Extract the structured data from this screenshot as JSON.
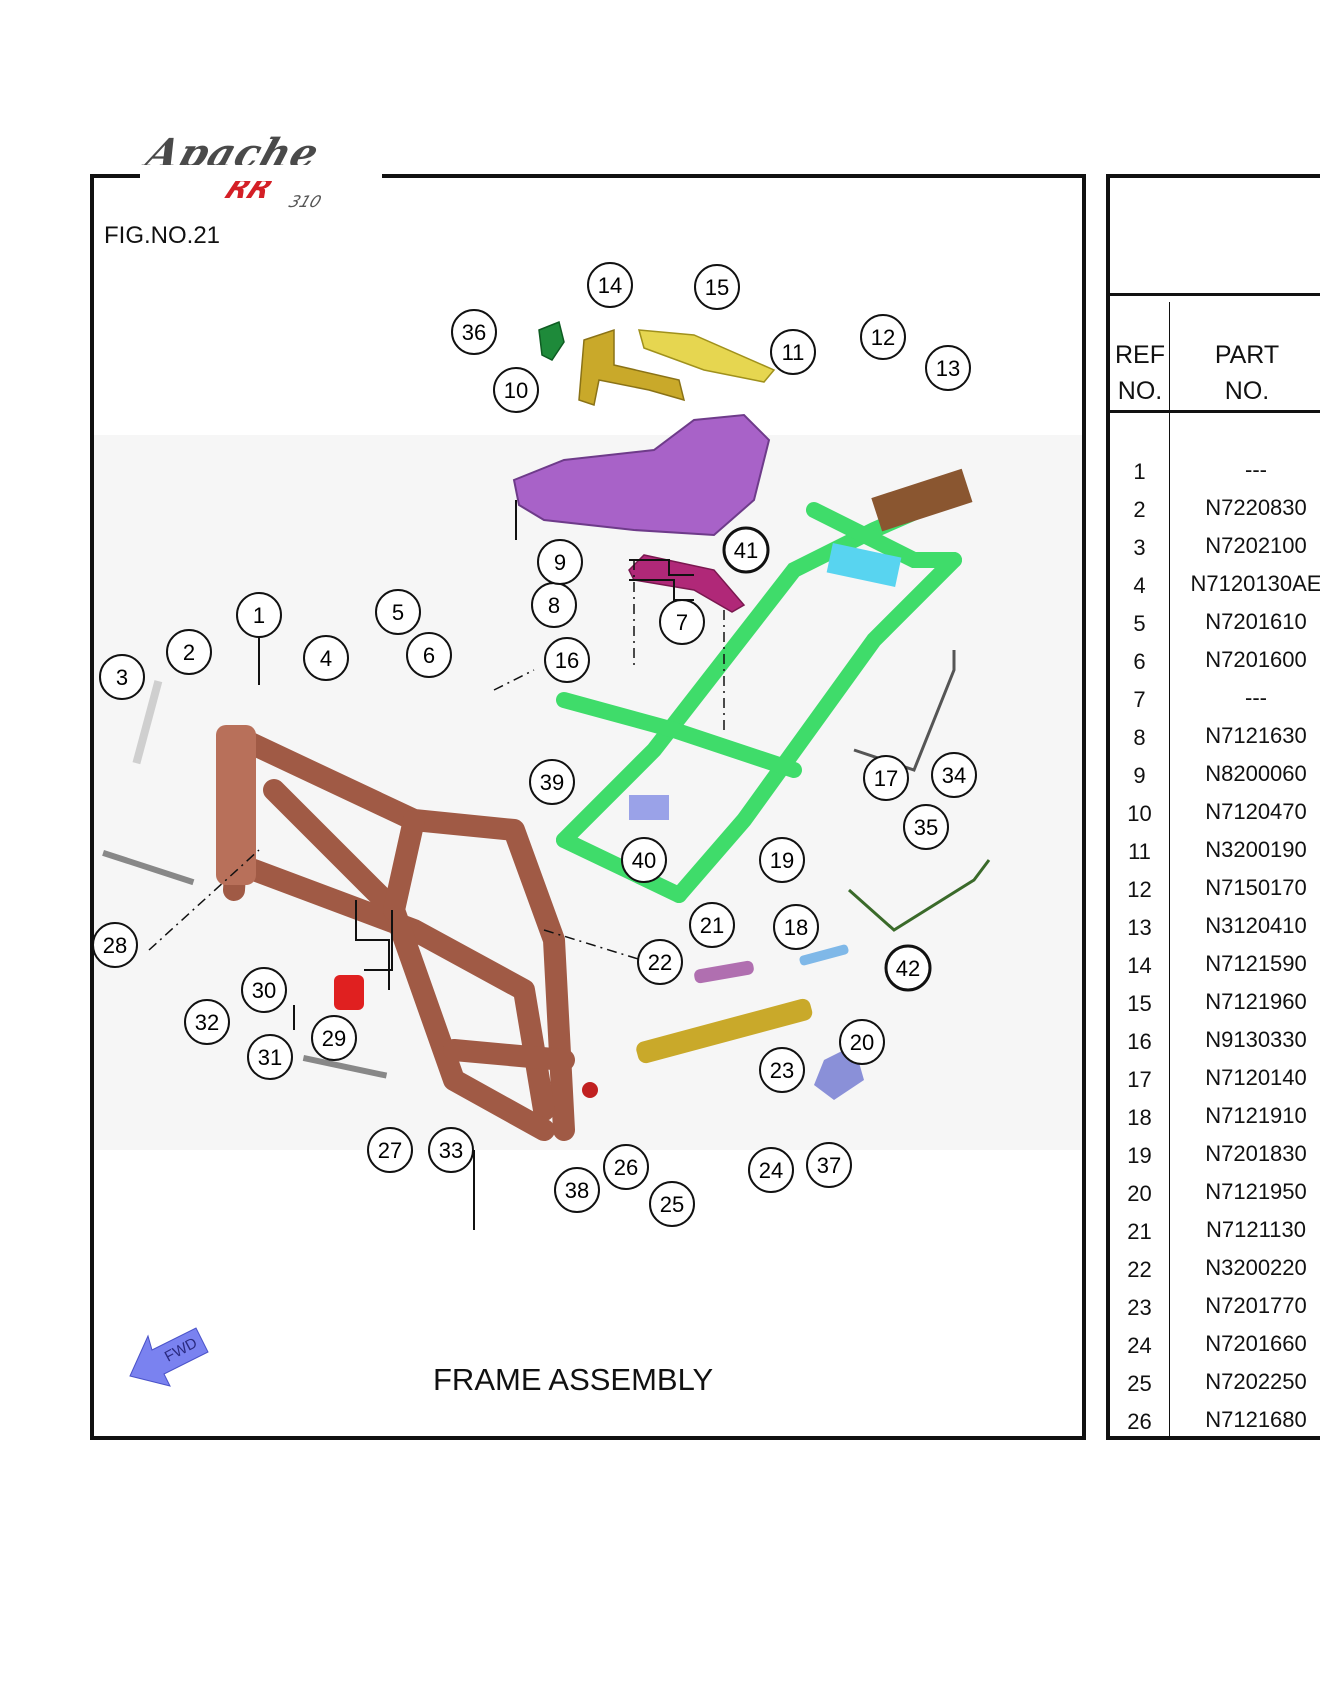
{
  "logo": {
    "script": "Apache",
    "rr": "RR",
    "model": "310"
  },
  "figure": {
    "number": "FIG.NO.21",
    "title": "FRAME ASSEMBLY",
    "fwd": "FWD"
  },
  "colors": {
    "frame": "#a05a45",
    "subframe": "#3fdc6a",
    "tray": "#a862c8",
    "bracket": "#d8c23a",
    "spring": "#b06fb0",
    "rod": "#7fb8e8",
    "bush": "#e02020"
  },
  "callouts": [
    "1",
    "2",
    "3",
    "4",
    "5",
    "6",
    "7",
    "8",
    "9",
    "10",
    "11",
    "12",
    "13",
    "14",
    "15",
    "16",
    "17",
    "18",
    "19",
    "20",
    "21",
    "22",
    "23",
    "24",
    "25",
    "26",
    "27",
    "28",
    "29",
    "30",
    "31",
    "32",
    "33",
    "34",
    "35",
    "36",
    "37",
    "38",
    "39",
    "40",
    "41",
    "42"
  ],
  "parts_table": {
    "header_ref": [
      "REF",
      "NO."
    ],
    "header_part": [
      "PART",
      "NO."
    ],
    "rows": [
      {
        "ref": "1",
        "part": "---"
      },
      {
        "ref": "2",
        "part": "N7220830"
      },
      {
        "ref": "3",
        "part": "N7202100"
      },
      {
        "ref": "4",
        "part": "N7120130AE"
      },
      {
        "ref": "5",
        "part": "N7201610"
      },
      {
        "ref": "6",
        "part": "N7201600"
      },
      {
        "ref": "7",
        "part": "---"
      },
      {
        "ref": "8",
        "part": "N7121630"
      },
      {
        "ref": "9",
        "part": "N8200060"
      },
      {
        "ref": "10",
        "part": "N7120470"
      },
      {
        "ref": "11",
        "part": "N3200190"
      },
      {
        "ref": "12",
        "part": "N7150170"
      },
      {
        "ref": "13",
        "part": "N3120410"
      },
      {
        "ref": "14",
        "part": "N7121590"
      },
      {
        "ref": "15",
        "part": "N7121960"
      },
      {
        "ref": "16",
        "part": "N9130330"
      },
      {
        "ref": "17",
        "part": "N7120140"
      },
      {
        "ref": "18",
        "part": "N7121910"
      },
      {
        "ref": "19",
        "part": "N7201830"
      },
      {
        "ref": "20",
        "part": "N7121950"
      },
      {
        "ref": "21",
        "part": "N7121130"
      },
      {
        "ref": "22",
        "part": "N3200220"
      },
      {
        "ref": "23",
        "part": "N7201770"
      },
      {
        "ref": "24",
        "part": "N7201660"
      },
      {
        "ref": "25",
        "part": "N7202250"
      },
      {
        "ref": "26",
        "part": "N7121680"
      }
    ]
  }
}
